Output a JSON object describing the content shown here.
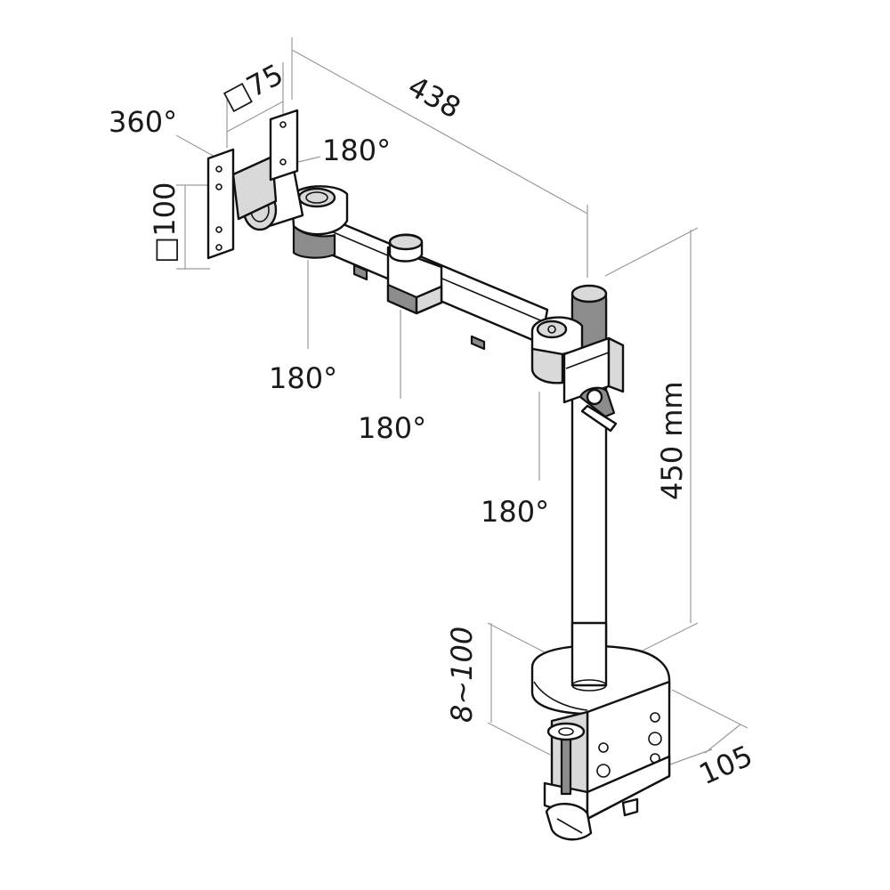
{
  "labels": {
    "rotation_tilt": "360°",
    "vesa_small": "□75",
    "vesa_large": "□100",
    "reach_length": "438",
    "joint_tilt": "180°",
    "joint_1": "180°",
    "joint_2": "180°",
    "joint_3": "180°",
    "pole_height": "450 mm",
    "clamp_thickness": "8~100",
    "clamp_depth": "105"
  },
  "colors": {
    "line": "#111111",
    "dimension": "#9a9a9a",
    "shade_light": "#d9d9d9",
    "shade_dark": "#8c8c8c"
  }
}
